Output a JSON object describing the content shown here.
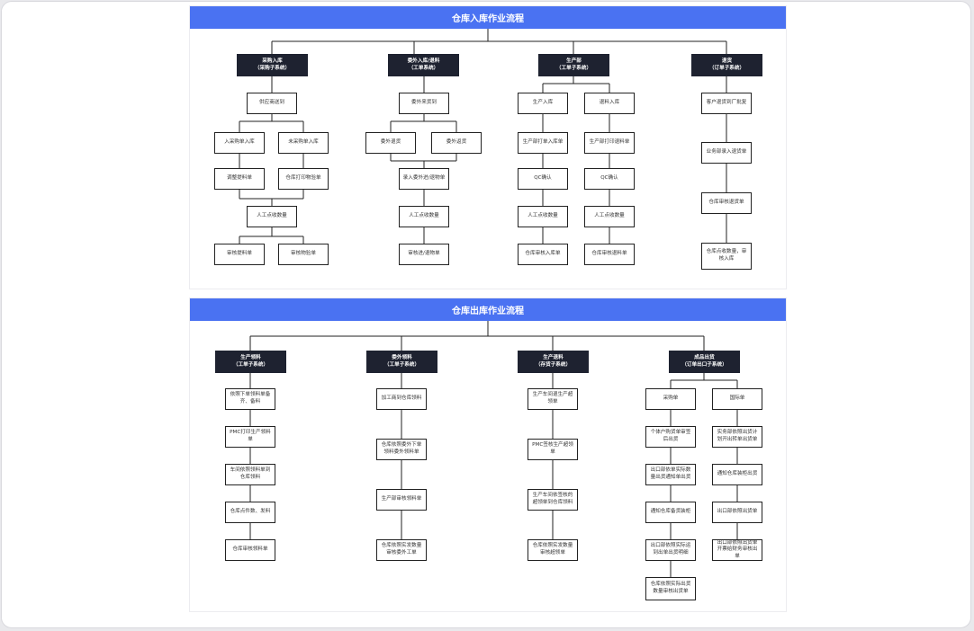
{
  "colors": {
    "header": "#4a72f2",
    "dark_node": "#1e2230",
    "line": "#222222"
  },
  "inbound": {
    "title": "仓库入库作业流程",
    "nodes": {
      "h1": "采购入库\n（采购子系统）",
      "h2": "委外入库/退料\n（工单系统）",
      "h3": "生产部\n（工单子系统）",
      "h4": "退货\n（订单子系统）",
      "a1": "供应商送到",
      "a2": "入采购单入库",
      "a3": "未采购单入库",
      "a4": "调整提料单",
      "a5": "仓库打印物验单",
      "a6": "人工点收数量",
      "a7": "审核提料单",
      "a8": "审核物验单",
      "b1": "委外来货到",
      "b2": "委外退货",
      "b3": "委外返货",
      "b4": "录入委外进/退物单",
      "b5": "人工点收数量",
      "b6": "审核进/退物单",
      "c1": "生产入库",
      "c2": "生产部打单入库单",
      "c3": "QC确认",
      "c4": "人工点收数量",
      "c5": "仓库审核入库单",
      "d1": "退料入库",
      "d2": "生产部打印退料单",
      "d3": "QC确认",
      "d4": "人工点收数量",
      "d5": "仓库审核退料单",
      "e1": "客户退货到厂批复",
      "e2": "业务部录入退货单",
      "e3": "仓库审核退货单",
      "e4": "仓库点收数量，审核入库"
    }
  },
  "outbound": {
    "title": "仓库出库作业流程",
    "nodes": {
      "h1": "生产领料\n（工单子系统）",
      "h2": "委外领料\n（工单子系统）",
      "h3": "生产退料\n（存货子系统）",
      "h4": "成品出货\n（订单出口子系统）",
      "a1": "依照下单领料单备齐、备料",
      "a2": "PMC打印生产领料单",
      "a3": "车间依照领料单到仓库领料",
      "a4": "仓库点件数、发料",
      "a5": "仓库审核领料单",
      "b1": "加工商到仓库领料",
      "b2": "仓库依照委外下单领料委外领料单",
      "b3": "生产部审核领料单",
      "b4": "仓库依照实发数量审核委外工单",
      "c1": "生产车间退生产超领单",
      "c2": "PMC签核生产超领单",
      "c3": "生产车间依签核的超领单到仓库领料",
      "c4": "仓库依照实发数量审核超领单",
      "d1": "采购单",
      "d2": "个体户购货单审签后出货",
      "d3": "出口部依单实际数量出货通知单出货",
      "d4": "通知仓库备货装柜",
      "d5": "出口部依照实际运到出单出货明细",
      "d6": "仓库依照实际出货数量审核出货单",
      "f1": "国际单",
      "f2": "实务部依照出货计划开出转单出货单",
      "f3": "通知仓库装柜出货",
      "f4": "出口部依照出货单",
      "f5": "出口部依照出货单开票给财务审核出单"
    }
  }
}
